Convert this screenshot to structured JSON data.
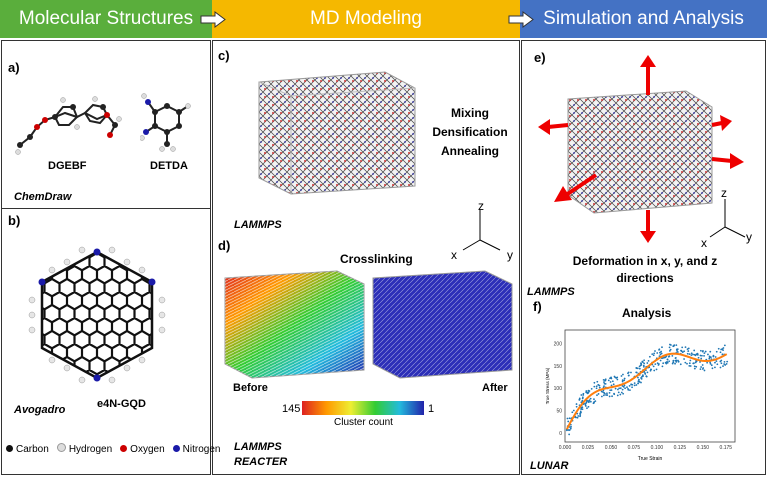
{
  "headers": {
    "col1": "Molecular Structures",
    "col2": "MD Modeling",
    "col3": "Simulation and Analysis"
  },
  "colors": {
    "green": "#5aae3c",
    "yellow": "#f5b800",
    "blue": "#4472c4"
  },
  "panel_a": {
    "label": "a)",
    "mol1": "DGEBF",
    "mol2": "DETDA",
    "software": "ChemDraw"
  },
  "panel_b": {
    "label": "b)",
    "mol": "e4N-GQD",
    "software": "Avogadro"
  },
  "legend": {
    "carbon": "Carbon",
    "hydrogen": "Hydrogen",
    "oxygen": "Oxygen",
    "nitrogen": "Nitrogen"
  },
  "panel_c": {
    "label": "c)",
    "steps": [
      "Mixing",
      "Densification",
      "Annealing"
    ],
    "software": "LAMMPS",
    "axes": {
      "z": "z",
      "x": "x",
      "y": "y"
    }
  },
  "panel_d": {
    "label": "d)",
    "title": "Crosslinking",
    "before": "Before",
    "after": "After",
    "cb_min": "145",
    "cb_max": "1",
    "cb_label": "Cluster count",
    "software1": "LAMMPS",
    "software2": "REACTER"
  },
  "panel_e": {
    "label": "e)",
    "caption1": "Deformation in x, y, and z",
    "caption2": "directions",
    "software": "LAMMPS",
    "axes": {
      "z": "z",
      "x": "x",
      "y": "y"
    }
  },
  "panel_f": {
    "label": "f)",
    "title": "Analysis",
    "xlabel": "True Strain",
    "ylabel": "True Stress (MPa)",
    "xticks": [
      "0.000",
      "0.025",
      "0.050",
      "0.075",
      "0.100",
      "0.125",
      "0.150",
      "0.175"
    ],
    "yticks": [
      "0",
      "50",
      "100",
      "150",
      "200"
    ],
    "software": "LUNAR"
  }
}
